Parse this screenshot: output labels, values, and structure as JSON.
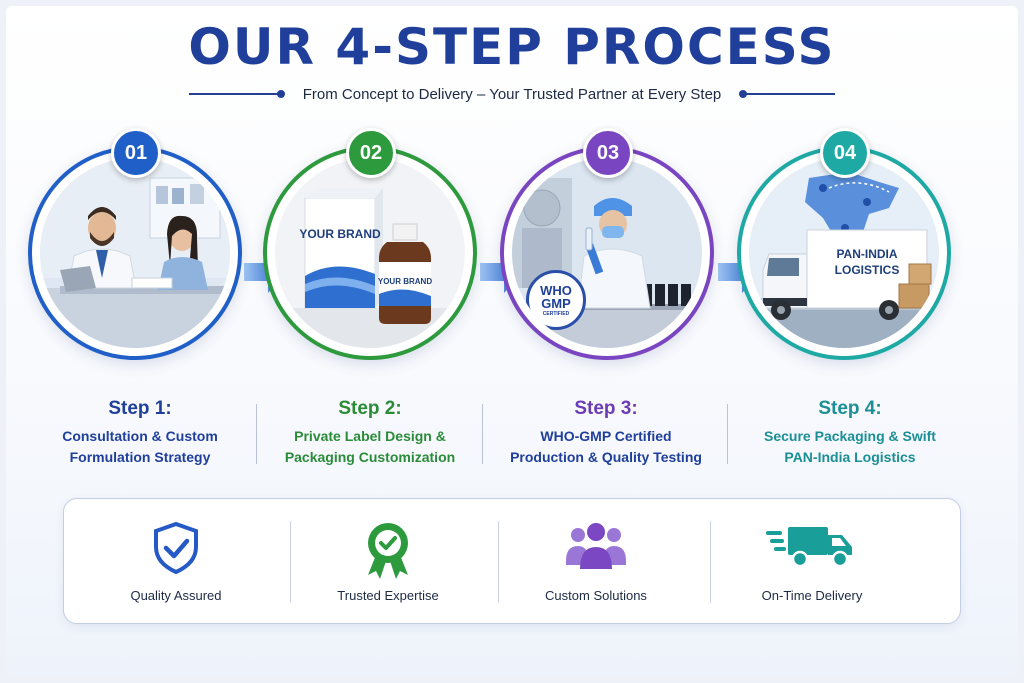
{
  "title": "OUR 4-STEP PROCESS",
  "subtitle": "From Concept to Delivery – Your Trusted Partner at Every Step",
  "steps": [
    {
      "number": "01",
      "title": "Step 1:",
      "line1": "Consultation & Custom",
      "line2": "Formulation Strategy",
      "color": "#1f5fc7",
      "text_color": "#1f3f9a",
      "image": "consultation-scene"
    },
    {
      "number": "02",
      "title": "Step 2:",
      "line1": "Private Label Design &",
      "line2": "Packaging Customization",
      "color": "#2e9a3e",
      "text_color": "#2a8c38",
      "image": "packaging-scene",
      "box_label": "YOUR BRAND",
      "bottle_label": "YOUR BRAND"
    },
    {
      "number": "03",
      "title": "Step 3:",
      "line1": "WHO-GMP Certified",
      "line2": "Production & Quality Testing",
      "color": "#7a45c0",
      "text_color": "#6b3cb3",
      "image": "production-scene",
      "seal_top": "WHO",
      "seal_mid": "GMP",
      "seal_bottom": "CERTIFIED"
    },
    {
      "number": "04",
      "title": "Step 4:",
      "line1": "Secure Packaging & Swift",
      "line2": "PAN-India Logistics",
      "color": "#1fa9a4",
      "text_color": "#1a8f95",
      "image": "logistics-scene",
      "truck_line1": "PAN-INDIA",
      "truck_line2": "LOGISTICS"
    }
  ],
  "features": [
    {
      "label": "Quality Assured",
      "icon": "shield-check-icon",
      "color": "#2459c6"
    },
    {
      "label": "Trusted Expertise",
      "icon": "award-ribbon-icon",
      "color": "#2e9a3e"
    },
    {
      "label": "Custom Solutions",
      "icon": "team-users-icon",
      "color": "#7b47c2"
    },
    {
      "label": "On-Time Delivery",
      "icon": "delivery-truck-icon",
      "color": "#1a9e99"
    }
  ]
}
